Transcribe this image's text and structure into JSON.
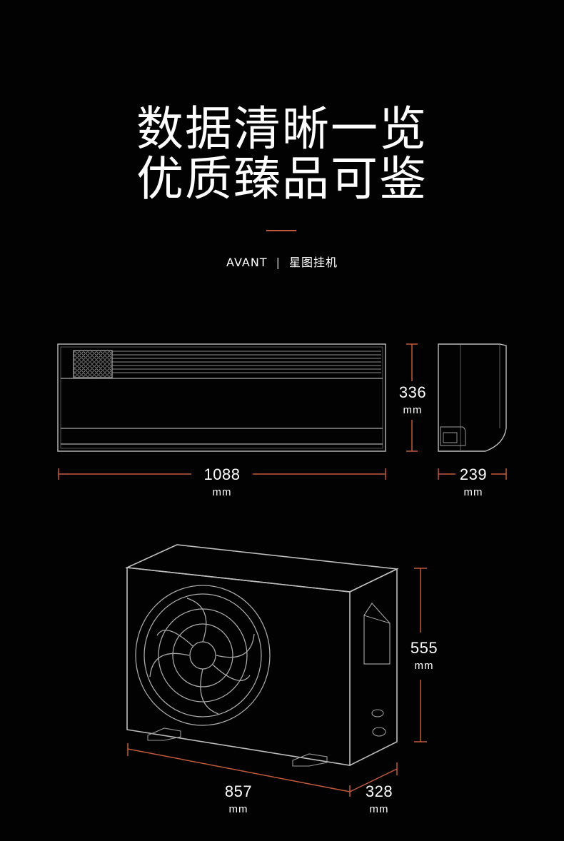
{
  "headline": {
    "line1": "数据清晰一览",
    "line2": "优质臻品可鉴"
  },
  "subtitle": {
    "brand": "AVANT",
    "separator": "|",
    "product": "星图挂机"
  },
  "indoor_unit": {
    "width": "1088",
    "height": "336",
    "depth": "239",
    "unit": "mm"
  },
  "outdoor_unit": {
    "width": "857",
    "height": "555",
    "depth": "328",
    "unit": "mm"
  },
  "colors": {
    "background": "#020202",
    "accent": "#c15a3a",
    "outline": "#bfbfbf",
    "text": "#ffffff"
  }
}
